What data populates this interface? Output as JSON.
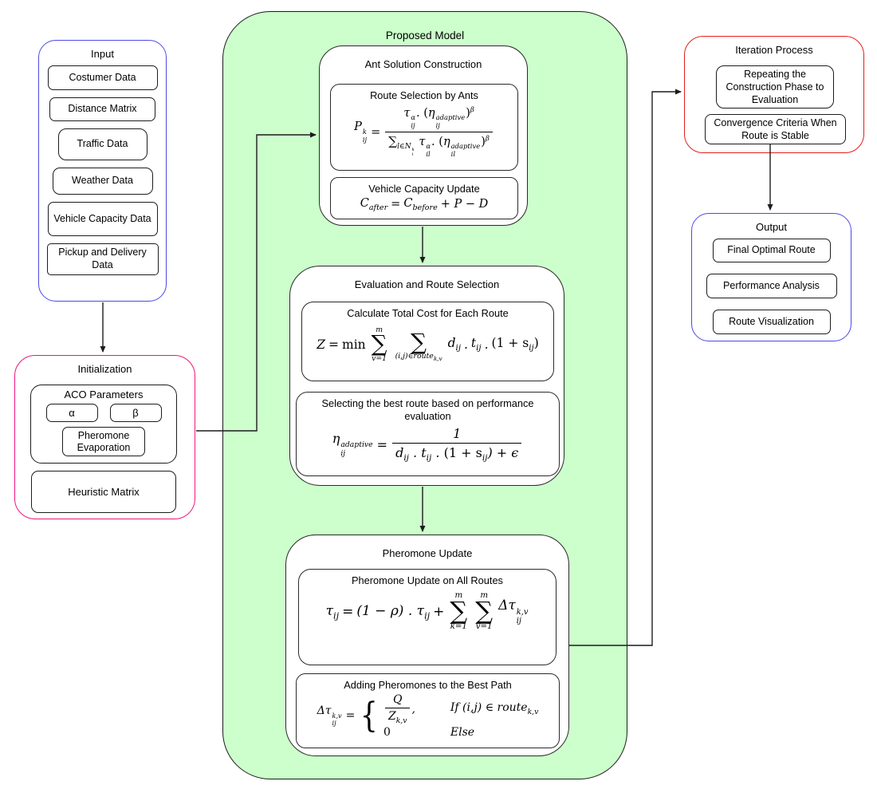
{
  "model": {
    "title": "Proposed Model"
  },
  "input": {
    "title": "Input",
    "items": [
      "Costumer Data",
      "Distance Matrix",
      "Traffic Data",
      "Weather Data",
      "Vehicle Capacity Data",
      "Pickup and Delivery Data"
    ]
  },
  "initialization": {
    "title": "Initialization",
    "aco": {
      "title": "ACO Parameters",
      "alpha": "α",
      "beta": "β",
      "evaporation": "Pheromone Evaporation"
    },
    "heuristic": "Heuristic Matrix"
  },
  "ant": {
    "title": "Ant Solution Construction",
    "route_title": "Route Selection by Ants",
    "capacity_title": "Vehicle Capacity Update"
  },
  "evaluation": {
    "title": "Evaluation and Route Selection",
    "cost_title": "Calculate Total Cost for Each Route",
    "best_title": "Selecting the best route based on performance evaluation"
  },
  "pheromone": {
    "title": "Pheromone Update",
    "all_title": "Pheromone Update on All Routes",
    "best_title": "Adding Pheromones to the Best Path"
  },
  "iteration": {
    "title": "Iteration Process",
    "items": [
      "Repeating the Construction Phase to Evaluation",
      "Convergence Criteria When Route is Stable"
    ]
  },
  "output": {
    "title": "Output",
    "items": [
      "Final Optimal Route",
      "Performance Analysis",
      "Route Visualization"
    ]
  },
  "formulas": {
    "route": {
      "lhs": "P",
      "lhs_sup": "k",
      "lhs_sub": "ij",
      "eq": "=",
      "num_tau": "τ",
      "num_tau_sup": "α",
      "num_tau_sub": "ij",
      "num_dot": ".",
      "num_open": "(",
      "num_eta": "η",
      "num_eta_sup": "adaptive",
      "num_eta_sub": "ij",
      "num_close": ")",
      "num_exp": "β",
      "den_sum": "∑",
      "den_sum_pre": "l∈N",
      "den_sum_sup": "k",
      "den_sum_sub": "i",
      "den_tau": "τ",
      "den_tau_sup": "α",
      "den_tau_sub": "il",
      "den_dot": ".",
      "den_open": "(",
      "den_eta": "η",
      "den_eta_sup": "adaptive",
      "den_eta_sub": "il",
      "den_close": ")",
      "den_exp": "β"
    },
    "capacity": {
      "c1": "C",
      "c1_sub": "after",
      "eq": "=",
      "c2": "C",
      "c2_sub": "before",
      "rest": "+ P − D"
    },
    "cost": {
      "z": "Z",
      "eq": "=",
      "min": "min",
      "sum1_top": "m",
      "sum1_sigma": "∑",
      "sum1_bot": "v=1",
      "sum2_sigma": "∑",
      "sum2_bot_pre": "(i,j)∈route",
      "sum2_bot_sub": "k,v",
      "d": "d",
      "d_sub": "ij",
      "dot1": ".",
      "t": "t",
      "t_sub": "ij",
      "dot2": ".",
      "open": "(1 + s",
      "s_sub": "ij",
      "close": ")"
    },
    "eta": {
      "eta": "η",
      "eta_sup": "adaptive",
      "eta_sub": "ij",
      "eq": "=",
      "num": "1",
      "den_d": "d",
      "den_d_sub": "ij",
      "den_dot1": " . ",
      "den_t": "t",
      "den_t_sub": "ij",
      "den_dot2": " . ",
      "den_open": "(1 + s",
      "den_s_sub": "ij",
      "den_close": ") + ϵ"
    },
    "tau": {
      "tau1": "τ",
      "tau1_sub": "ij",
      "eq": "=",
      "mid": "(1 − ρ) . τ",
      "mid_sub": "ij",
      "plus": "+",
      "sum1_top": "m",
      "sum1_sigma": "∑",
      "sum1_bot": "k=1",
      "sum2_top": "m",
      "sum2_sigma": "∑",
      "sum2_bot": "v=1",
      "delta": "Δτ",
      "delta_sup": "k,v",
      "delta_sub": "ij"
    },
    "delta": {
      "lhs": "Δτ",
      "lhs_sup": "k,v",
      "lhs_sub": "ij",
      "eq": "=",
      "brace": "{",
      "case1_num": "Q",
      "case1_den": "Z",
      "case1_den_sub": "k,v",
      "case1_comma": ",",
      "case1_cond_pre": "If (i,j) ∈ route",
      "case1_cond_sub": "k,v",
      "case2_val": "0",
      "case2_cond": "Else"
    }
  },
  "colors": {
    "model_bg": "#ccffcc",
    "input_output_border": "#4a4ae4",
    "initialization_border": "#f0147e",
    "iteration_border": "#e81d1d",
    "line_color": "#1c1c1c"
  }
}
